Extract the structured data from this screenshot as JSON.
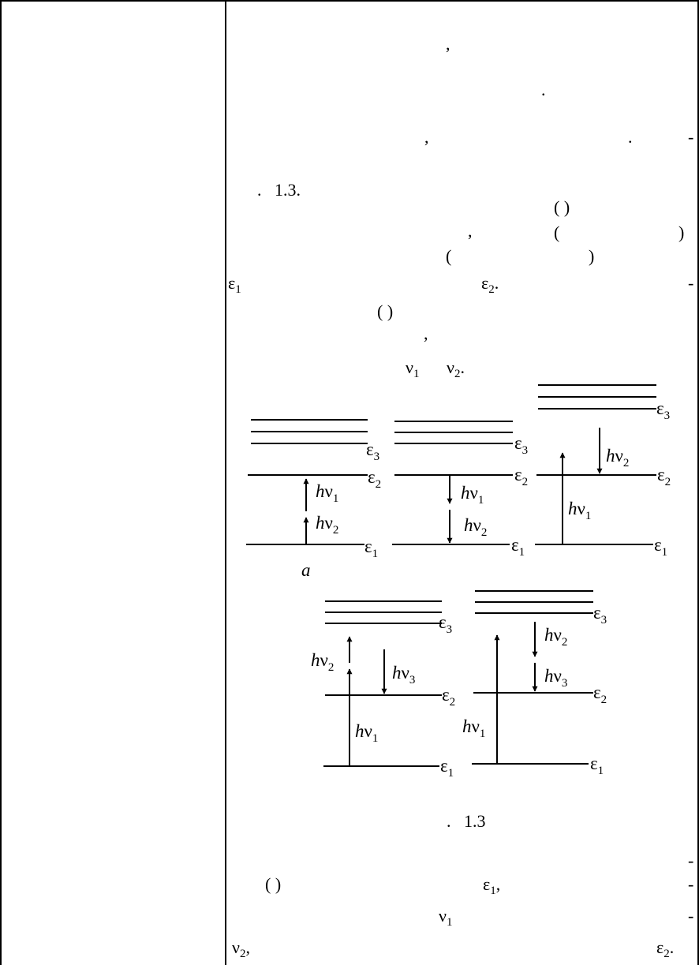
{
  "text": {
    "comma1": ",",
    "period1": ".",
    "comma2": ",",
    "period2": ".",
    "dash1": "-",
    "fig_ref": ".   1.3.",
    "paren_a": "( )",
    "comma3": ",",
    "paren_open1": "(",
    "paren_close1": ")",
    "paren_open2": "(",
    "paren_close2": ")",
    "eps1_sym": "ε",
    "eps1_sub": "1",
    "eps2_sym": "ε",
    "eps2_sub": "2",
    "eps2_tail": ".",
    "dash2": "-",
    "paren_b": "( )",
    "comma4": ",",
    "nu1_sym": "ν",
    "nu1_sub": "1",
    "nu2_sym": "ν",
    "nu2_sub": "2",
    "nu2_tail": ".",
    "caption": ".   1.3",
    "dash3": "-",
    "paren_c": "( )",
    "eps1b_sym": "ε",
    "eps1b_sub": "1",
    "eps1b_tail": ",",
    "dash4": "-",
    "nu1b_sym": "ν",
    "nu1b_sub": "1",
    "dash5": "-",
    "nu2b_sym": "ν",
    "nu2b_sub": "2",
    "nu2b_tail": ",",
    "eps2b_sym": "ε",
    "eps2b_sub": "2",
    "eps2b_tail": "."
  },
  "figure": {
    "level_labels": {
      "e1": "ε",
      "e2": "ε",
      "e3": "ε",
      "s1": "1",
      "s2": "2",
      "s3": "3"
    },
    "transition_labels": {
      "h": "h",
      "nu": "ν",
      "n1": "1",
      "n2": "2",
      "n3": "3"
    },
    "panel_a_label": "a"
  }
}
